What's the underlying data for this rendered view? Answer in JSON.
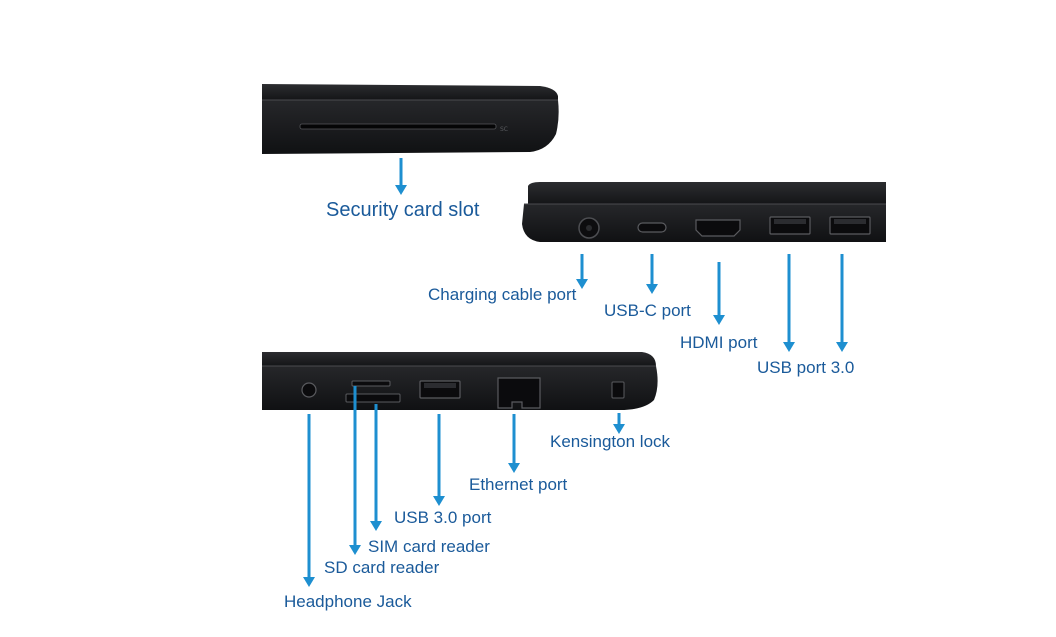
{
  "colors": {
    "label": "#1a5a9a",
    "arrow": "#1e8fd0",
    "chassis": "#1c1d1f",
    "chassis_edge": "#3a3b3e"
  },
  "labels": {
    "security_card_slot": "Security card slot",
    "charging_cable_port": "Charging cable port",
    "usb_c_port": "USB-C port",
    "hdmi_port": "HDMI port",
    "usb_port_3": "USB port 3.0",
    "kensington_lock": "Kensington lock",
    "ethernet_port": "Ethernet port",
    "usb_30_port": "USB 3.0 port",
    "sim_card_reader": "SIM card reader",
    "sd_card_reader": "SD card reader",
    "headphone_jack": "Headphone Jack"
  },
  "icons": {
    "top_view": "laptop-front-edge",
    "right_view": "laptop-left-side",
    "left_view": "laptop-right-side",
    "arrow": "down-arrow-icon"
  }
}
